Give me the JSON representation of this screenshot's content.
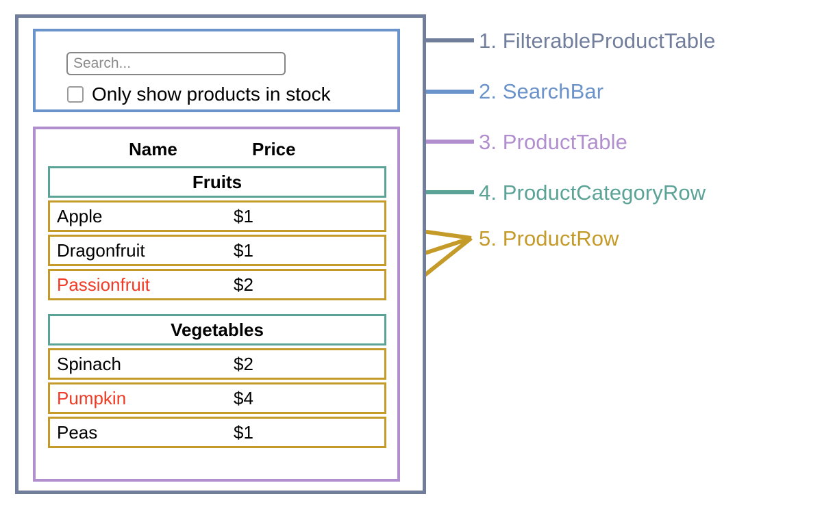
{
  "colors": {
    "outer": "#717e9b",
    "searchbar": "#6a93cb",
    "producttable": "#b18fcf",
    "categoryrow": "#5aa396",
    "productrow": "#c49a28",
    "out_of_stock_text": "#ef3b26",
    "page_background": "#ffffff",
    "text": "#000000"
  },
  "search": {
    "placeholder": "Search...",
    "value": "",
    "checkbox_checked": false,
    "checkbox_label": "Only show products in stock"
  },
  "table": {
    "columns": [
      "Name",
      "Price"
    ],
    "groups": [
      {
        "category": "Fruits",
        "rows": [
          {
            "name": "Apple",
            "price": "$1",
            "in_stock": true
          },
          {
            "name": "Dragonfruit",
            "price": "$1",
            "in_stock": true
          },
          {
            "name": "Passionfruit",
            "price": "$2",
            "in_stock": false
          }
        ]
      },
      {
        "category": "Vegetables",
        "rows": [
          {
            "name": "Spinach",
            "price": "$2",
            "in_stock": true
          },
          {
            "name": "Pumpkin",
            "price": "$4",
            "in_stock": false
          },
          {
            "name": "Peas",
            "price": "$1",
            "in_stock": true
          }
        ]
      }
    ]
  },
  "legend": [
    {
      "number": "1.",
      "label": "FilterableProductTable",
      "text": "1. FilterableProductTable",
      "color": "#717e9b"
    },
    {
      "number": "2.",
      "label": "SearchBar",
      "text": "2. SearchBar",
      "color": "#6a93cb"
    },
    {
      "number": "3.",
      "label": "ProductTable",
      "text": "3. ProductTable",
      "color": "#b18fcf"
    },
    {
      "number": "4.",
      "label": "ProductCategoryRow",
      "text": "4. ProductCategoryRow",
      "color": "#5aa396"
    },
    {
      "number": "5.",
      "label": "ProductRow",
      "text": "5. ProductRow",
      "color": "#c49a28"
    }
  ]
}
